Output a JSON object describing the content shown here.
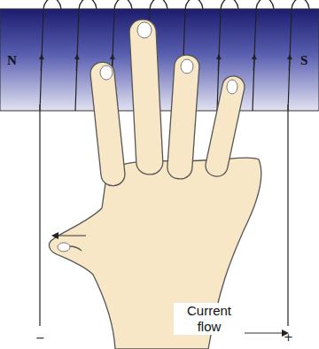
{
  "diagram": {
    "labels": [
      "N",
      "S",
      "Current flow",
      "−",
      "+"
    ]
  }
}
